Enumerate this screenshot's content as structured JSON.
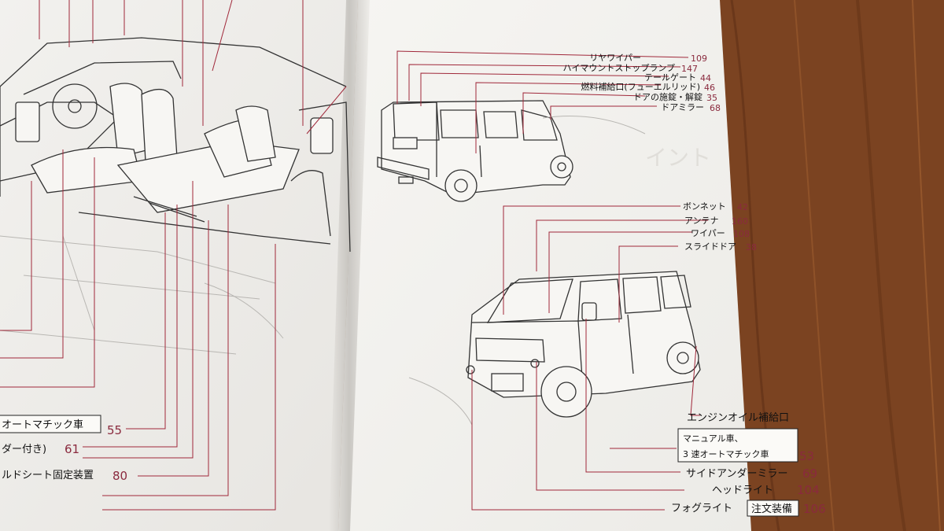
{
  "left_page": {
    "callouts": [
      {
        "text": "オートマチック車",
        "page": "55"
      },
      {
        "text": "ダー付き)",
        "page": "61"
      },
      {
        "text": "ルドシート固定装置",
        "page": "80"
      }
    ]
  },
  "right_page": {
    "rear_view_callouts": [
      {
        "text": "リヤワイパー",
        "page": "109"
      },
      {
        "text": "ハイマウントストップランプ",
        "page": "147"
      },
      {
        "text": "テールゲート",
        "page": "44"
      },
      {
        "text": "燃料補給口(フューエルリッド)",
        "page": "46"
      },
      {
        "text": "ドアの施錠・解錠",
        "page": "35"
      },
      {
        "text": "ドアミラー",
        "page": "68"
      }
    ],
    "front_view_callouts": [
      {
        "text": "ボンネット",
        "page": "42"
      },
      {
        "text": "アンテナ",
        "page": "160"
      },
      {
        "text": "ワイパー",
        "page": "108"
      },
      {
        "text": "スライドドア",
        "page": "38"
      }
    ],
    "bottom_callouts": {
      "engine_oil": "エンジンオイル補給口",
      "note_line1": "マニュアル車、",
      "note_line2": "3 速オートマチック車",
      "note_page": "53",
      "side_mirror": {
        "text": "サイドアンダーミラー",
        "page": "69"
      },
      "headlight": {
        "text": "ヘッドライト",
        "page": "104"
      },
      "foglight": {
        "text": "フォグライト",
        "page": "106"
      },
      "option_badge": "注文装備"
    }
  }
}
